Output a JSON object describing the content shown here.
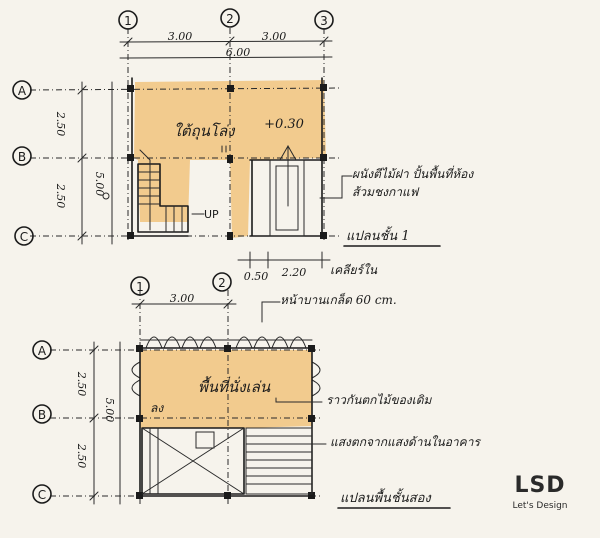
{
  "colors": {
    "ink": "#1b1b1b",
    "paper": "#f6f3ec",
    "wash": "#f2c784",
    "wash_dark": "#eab870"
  },
  "plan1": {
    "grid_cols": [
      "1",
      "2",
      "3"
    ],
    "grid_rows": [
      "A",
      "B",
      "C"
    ],
    "dim_top_1": "3.00",
    "dim_top_2": "3.00",
    "dim_total": "6.00",
    "dim_left_1": "2.50",
    "dim_left_2": "2.50",
    "dim_left_total": "5.00",
    "room_label": "ใต้ถุนโล่ง",
    "level": "+0.30",
    "up_label": "UP",
    "note_wall": "ผนังตีไม้ฝา ปั้นพื้นที่ห้อง",
    "note_wall_2": "ส้วมชงกาแฟ",
    "title": "แปลนชั้น 1",
    "dim_bottom_1": "0.50",
    "dim_bottom_2": "2.20",
    "note_bottom": "เคลียร์ใน"
  },
  "plan2": {
    "grid_cols": [
      "1",
      "2"
    ],
    "grid_rows": [
      "A",
      "B",
      "C"
    ],
    "dim_top": "3.00",
    "dim_left_1": "2.50",
    "dim_left_2": "2.50",
    "dim_left_total": "5.00",
    "note_top": "หน้าบานเกล็ด 60 cm.",
    "room_label": "พื้นที่นั่งเล่น",
    "note_rail": "ราวกันตกไม้ของเดิม",
    "note_stair": "แสงตกจากแสงด้านในอาคาร",
    "label_down": "ลง",
    "title": "แปลนพื้นชั้นสอง"
  },
  "logo": {
    "mark": "LSD",
    "caption": "Let's Design"
  }
}
